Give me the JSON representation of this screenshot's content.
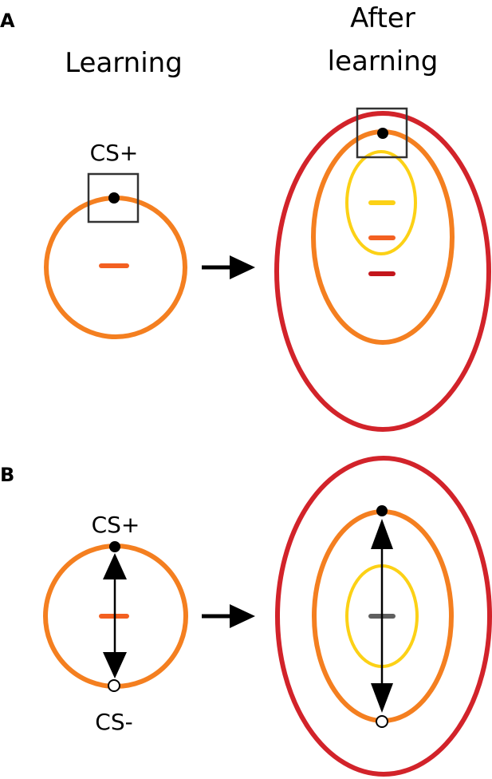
{
  "panels": {
    "a": {
      "letter": "A",
      "left_title": "Learning",
      "right_title_line1": "After",
      "right_title_line2": "learning",
      "cs_plus": "CS+"
    },
    "b": {
      "letter": "B",
      "cs_plus": "CS+",
      "cs_minus": "CS-"
    }
  },
  "colors": {
    "orange": "#f47f20",
    "red": "#d2232a",
    "yellow": "#fcd116",
    "dash_orange": "#f36021",
    "dash_red": "#c4161c",
    "dash_gray": "#5f5f5f",
    "box": "#333333",
    "black": "#000000"
  }
}
